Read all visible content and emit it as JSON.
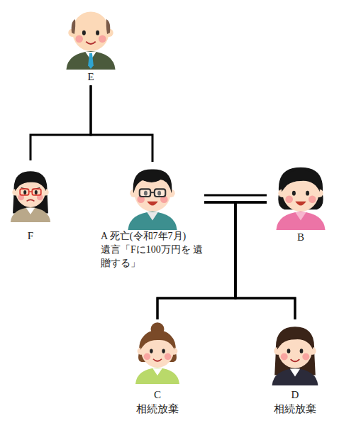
{
  "diagram": {
    "nodes": [
      {
        "text": [
          "E"
        ]
      },
      {
        "text": [
          "F"
        ]
      },
      {
        "text": [
          "A 死亡(令和7年7月)",
          "遺言「Fに100万円を 遺贈する」"
        ]
      },
      {
        "text": [
          "B"
        ]
      },
      {
        "text": [
          "C",
          "相続放棄"
        ]
      },
      {
        "text": [
          "D",
          "相続放棄"
        ]
      }
    ],
    "edges": [
      {
        "from": 0,
        "to": 1,
        "arrow": "none"
      },
      {
        "from": 0,
        "to": 2,
        "arrow": "none"
      },
      {
        "from": 2,
        "to": 3,
        "arrow": "none"
      },
      {
        "from": 2,
        "to": 4,
        "arrow": "none"
      },
      {
        "from": 2,
        "to": 5,
        "arrow": "none"
      },
      {
        "from": 3,
        "to": 4,
        "arrow": "none"
      },
      {
        "from": 3,
        "to": 5,
        "arrow": "none"
      }
    ]
  }
}
